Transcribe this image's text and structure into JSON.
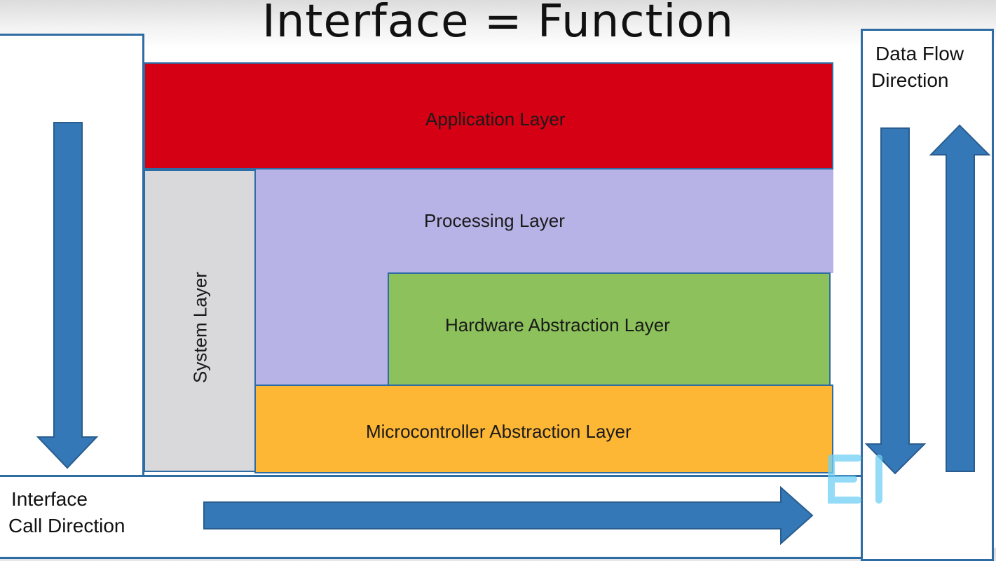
{
  "title": "Interface = Function",
  "layers": {
    "application": "Application Layer",
    "processing": "Processing Layer",
    "system": "System Layer",
    "hardware_abstraction": "Hardware Abstraction Layer",
    "microcontroller_abstraction": "Microcontroller Abstraction Layer"
  },
  "labels": {
    "interface_call_line1": "Interface",
    "interface_call_line2": "Call Direction",
    "data_flow_line1": "Data Flow",
    "data_flow_line2": "Direction"
  },
  "colors": {
    "application": "#d50014",
    "processing": "#b7b3e6",
    "system": "#d9d9db",
    "hardware_abstraction": "#8cc15b",
    "microcontroller_abstraction": "#fdb734",
    "arrow": "#3478b8",
    "border": "#2e6ca4"
  },
  "icons": [
    "arrow-down-icon",
    "arrow-right-icon",
    "arrow-up-icon",
    "ei-logo-icon"
  ]
}
